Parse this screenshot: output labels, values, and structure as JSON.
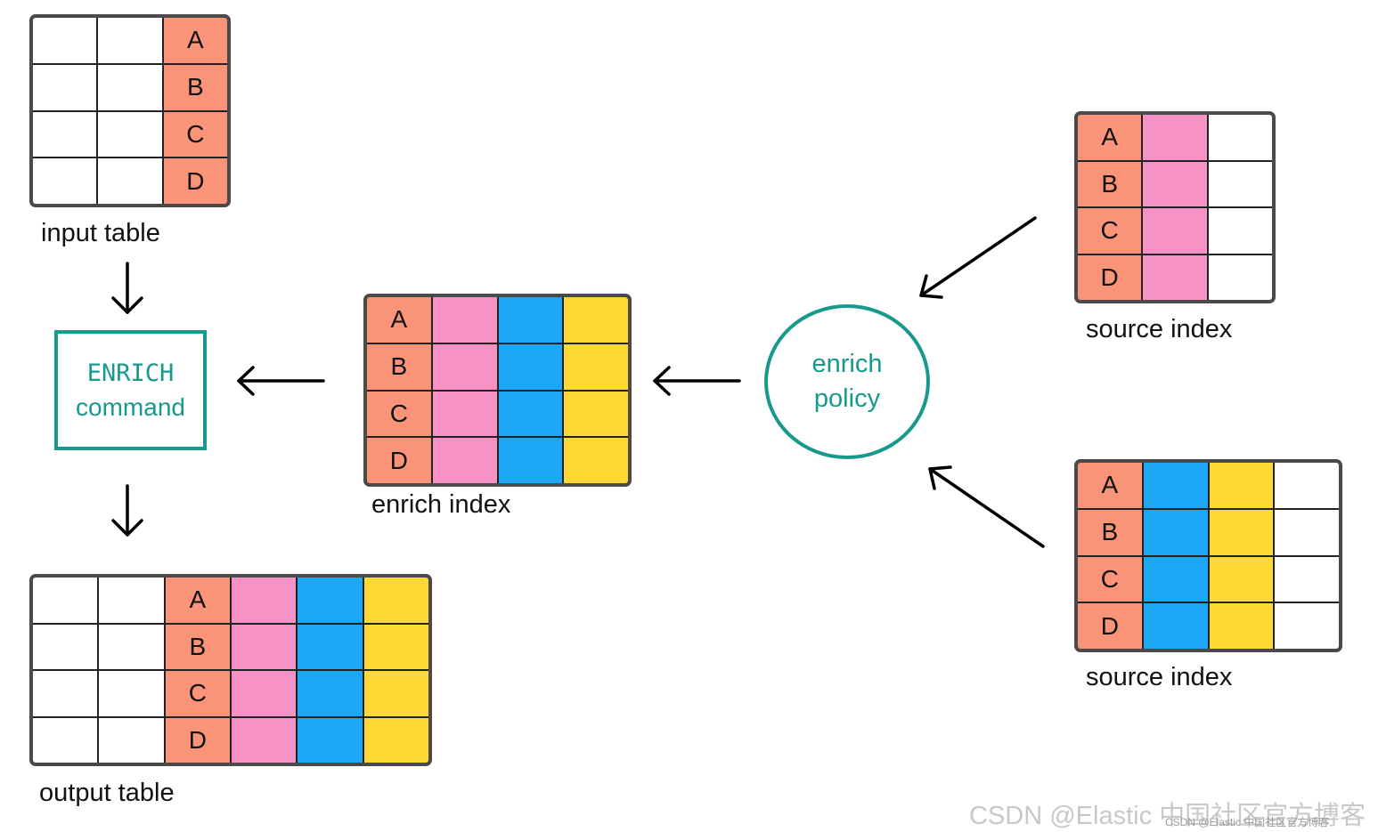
{
  "colors": {
    "key": "#fa9478",
    "pink": "#f792c7",
    "blue": "#1ba9f5",
    "yellow": "#fed834",
    "empty": "#ffffff",
    "teal": "#17998c",
    "border": "#4a4a4a"
  },
  "rows": [
    "A",
    "B",
    "C",
    "D"
  ],
  "input_table": {
    "label": "input table",
    "columns": [
      "empty",
      "empty",
      "key"
    ]
  },
  "output_table": {
    "label": "output table",
    "columns": [
      "empty",
      "empty",
      "key",
      "pink",
      "blue",
      "yellow"
    ]
  },
  "enrich_index": {
    "label": "enrich index",
    "columns": [
      "key",
      "pink",
      "blue",
      "yellow"
    ]
  },
  "source_index_1": {
    "label": "source index",
    "columns": [
      "key",
      "pink",
      "empty"
    ]
  },
  "source_index_2": {
    "label": "source index",
    "columns": [
      "key",
      "blue",
      "yellow",
      "empty"
    ]
  },
  "command": {
    "line1": "ENRICH",
    "line2": "command"
  },
  "policy": {
    "line1": "enrich",
    "line2": "policy"
  },
  "watermark": {
    "text": "CSDN @Elastic 中国社区官方博客",
    "small_text": "CSDN @Elastic 中国社区官方博客"
  }
}
